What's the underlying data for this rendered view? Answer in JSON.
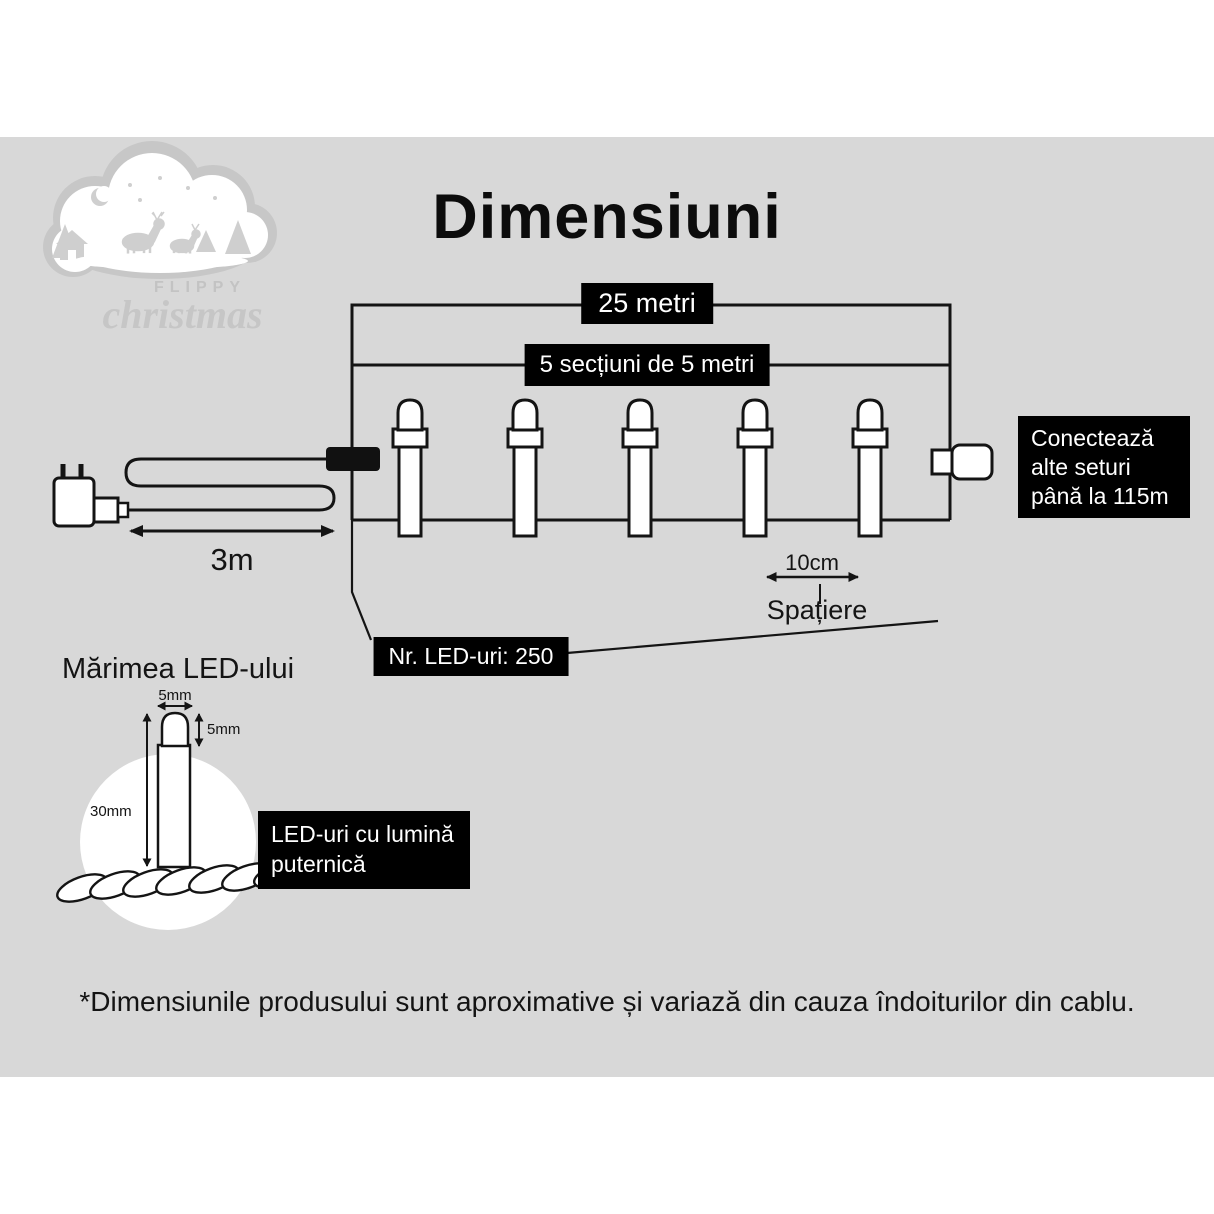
{
  "title": "Dimensiuni",
  "logo": {
    "brand_top": "FLIPPY",
    "brand_script": "christmas"
  },
  "string_diagram": {
    "total_length_label": "25 metri",
    "sections_label": "5 secțiuni de 5 metri",
    "lead_length_label": "3m",
    "spacing_value": "10cm",
    "spacing_caption": "Spațiere",
    "led_count_label": "Nr. LED-uri: 250",
    "extension_note": "Conectează alte seturi până la 115m"
  },
  "led_detail": {
    "heading": "Mărimea LED-ului",
    "bulb_width": "5mm",
    "bulb_height": "5mm",
    "led_height": "30mm",
    "note": "LED-uri cu lumină puternică"
  },
  "footnote": "*Dimensiunile produsului sunt aproximative și variază din cauza îndoiturilor din cablu.",
  "colors": {
    "band_background": "#d8d8d8",
    "label_background": "#000000",
    "label_text": "#ffffff",
    "line": "#141414"
  }
}
